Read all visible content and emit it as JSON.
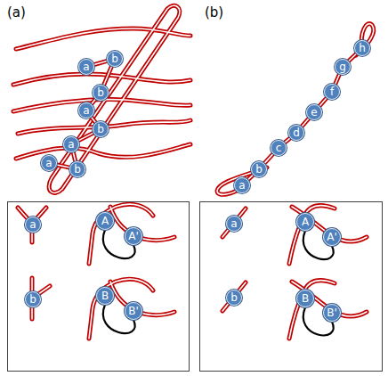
{
  "diagram": {
    "nodes": [
      {
        "text": [
          "a"
        ]
      },
      {
        "text": [
          "b"
        ]
      },
      {
        "text": [
          "b"
        ]
      },
      {
        "text": [
          "a"
        ]
      },
      {
        "text": [
          "b"
        ]
      },
      {
        "text": [
          "a"
        ]
      },
      {
        "text": [
          "b"
        ]
      },
      {
        "text": [
          "a"
        ]
      },
      {
        "text": [
          "a"
        ]
      },
      {
        "text": [
          "b"
        ]
      },
      {
        "text": [
          "c"
        ]
      },
      {
        "text": [
          "d"
        ]
      },
      {
        "text": [
          "e"
        ]
      },
      {
        "text": [
          "f"
        ]
      },
      {
        "text": [
          "g"
        ]
      },
      {
        "text": [
          "h"
        ]
      },
      {
        "text": [
          "≡",
          "≡"
        ]
      },
      {
        "text": [
          "a"
        ],
        "in": 16
      },
      {
        "text": [
          "A"
        ],
        "in": 16
      },
      {
        "text": [
          "A'"
        ],
        "in": 16
      },
      {
        "text": [
          "b"
        ],
        "in": 16
      },
      {
        "text": [
          "B"
        ],
        "in": 16
      },
      {
        "text": [
          "B'"
        ],
        "in": 16
      },
      {
        "text": [
          "≡",
          "≡"
        ]
      },
      {
        "text": [
          "a"
        ],
        "in": 23
      },
      {
        "text": [
          "A"
        ],
        "in": 23
      },
      {
        "text": [
          "A'"
        ],
        "in": 23
      },
      {
        "text": [
          "b"
        ],
        "in": 23
      },
      {
        "text": [
          "B"
        ],
        "in": 23
      },
      {
        "text": [
          "B'"
        ],
        "in": 23
      }
    ],
    "edges": [
      {
        "from": 0,
        "to": 1,
        "arrow": "none"
      },
      {
        "from": 1,
        "to": 2,
        "arrow": "none"
      },
      {
        "from": 2,
        "to": 3,
        "arrow": "none"
      },
      {
        "from": 3,
        "to": 4,
        "arrow": "none"
      },
      {
        "from": 4,
        "to": 5,
        "arrow": "none"
      },
      {
        "from": 5,
        "to": 6,
        "arrow": "none"
      },
      {
        "from": 6,
        "to": 7,
        "arrow": "none"
      },
      {
        "from": 8,
        "to": 9,
        "arrow": "none"
      },
      {
        "from": 9,
        "to": 10,
        "arrow": "none"
      },
      {
        "from": 10,
        "to": 11,
        "arrow": "none"
      },
      {
        "from": 11,
        "to": 12,
        "arrow": "none"
      },
      {
        "from": 12,
        "to": 13,
        "arrow": "none"
      },
      {
        "from": 13,
        "to": 14,
        "arrow": "none"
      },
      {
        "from": 14,
        "to": 15,
        "arrow": "none"
      },
      {
        "from": 18,
        "to": 19,
        "arrow": "none"
      },
      {
        "from": 21,
        "to": 22,
        "arrow": "none"
      },
      {
        "from": 25,
        "to": 26,
        "arrow": "none"
      },
      {
        "from": 28,
        "to": 29,
        "arrow": "none"
      }
    ],
    "labels": [
      "(a)",
      "(b)"
    ]
  }
}
